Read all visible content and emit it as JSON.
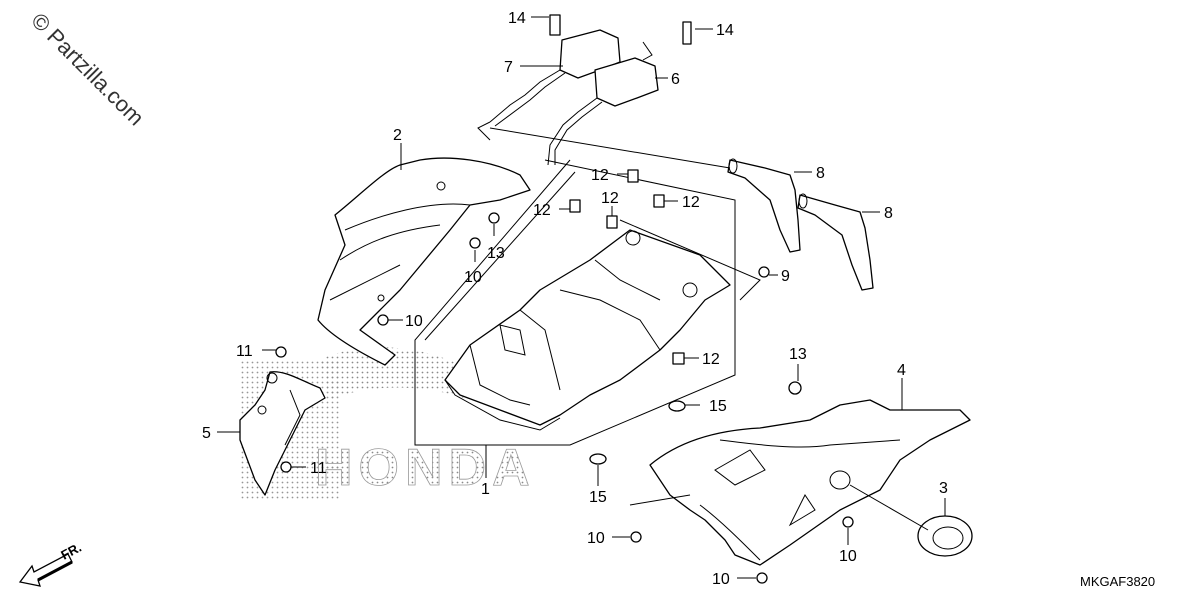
{
  "watermark": "© Partzilla.com",
  "diagram_code": "MKGAF3820",
  "direction_label": "FR.",
  "brand_logo": "HONDA",
  "callouts": [
    {
      "id": "c14a",
      "label": "14"
    },
    {
      "id": "c14b",
      "label": "14"
    },
    {
      "id": "c7",
      "label": "7"
    },
    {
      "id": "c6",
      "label": "6"
    },
    {
      "id": "c2",
      "label": "2"
    },
    {
      "id": "c8a",
      "label": "8"
    },
    {
      "id": "c8b",
      "label": "8"
    },
    {
      "id": "c12a",
      "label": "12"
    },
    {
      "id": "c12b",
      "label": "12"
    },
    {
      "id": "c12c",
      "label": "12"
    },
    {
      "id": "c12d",
      "label": "12"
    },
    {
      "id": "c12e",
      "label": "12"
    },
    {
      "id": "c13a",
      "label": "13"
    },
    {
      "id": "c10a",
      "label": "10"
    },
    {
      "id": "c10b",
      "label": "10"
    },
    {
      "id": "c9",
      "label": "9"
    },
    {
      "id": "c11a",
      "label": "11"
    },
    {
      "id": "c11b",
      "label": "11"
    },
    {
      "id": "c5",
      "label": "5"
    },
    {
      "id": "c1",
      "label": "1"
    },
    {
      "id": "c15a",
      "label": "15"
    },
    {
      "id": "c15b",
      "label": "15"
    },
    {
      "id": "c13b",
      "label": "13"
    },
    {
      "id": "c4",
      "label": "4"
    },
    {
      "id": "c3",
      "label": "3"
    },
    {
      "id": "c10c",
      "label": "10"
    },
    {
      "id": "c10d",
      "label": "10"
    },
    {
      "id": "c10e",
      "label": "10"
    }
  ]
}
